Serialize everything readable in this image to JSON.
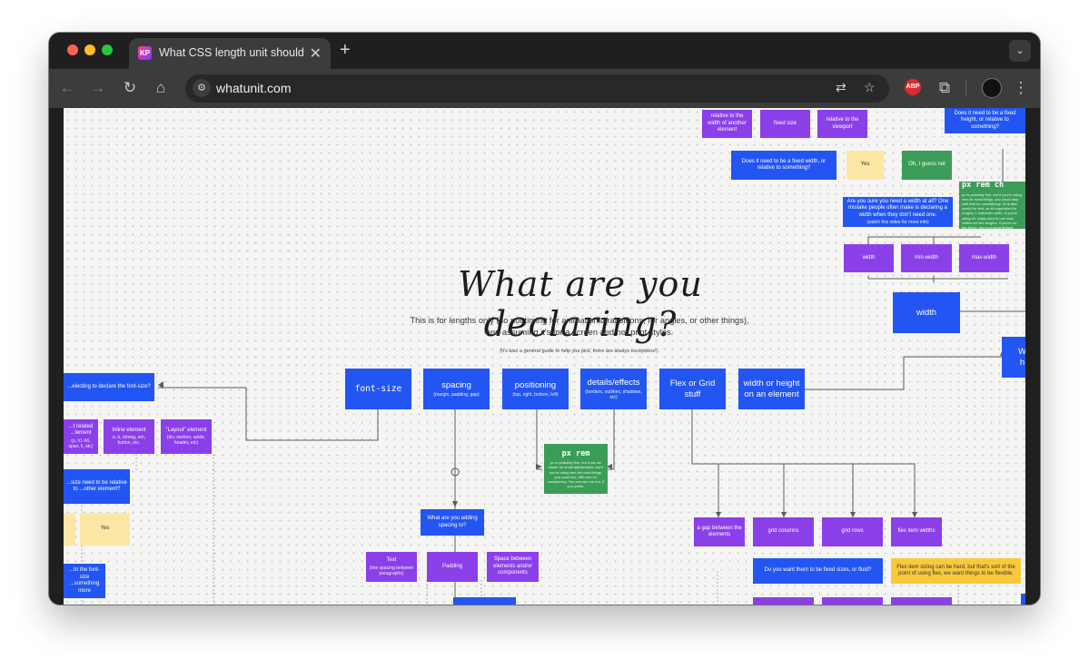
{
  "browser": {
    "tab": {
      "favicon_text": "KP",
      "title": "What CSS length unit should",
      "close": "✕"
    },
    "new_tab": "+",
    "tab_search": "⌄",
    "toolbar": {
      "back": "←",
      "forward": "→",
      "reload": "↻",
      "home": "⌂",
      "site_settings": "⚙",
      "url": "whatunit.com",
      "translate": "⇄",
      "bookmark": "☆",
      "extension_abp": "ABP",
      "extensions": "⧉",
      "menu": "⋮"
    }
  },
  "page": {
    "heading": "What are you declaring?",
    "lead_line1": "This is for lengths only (so not timing for animations/transitions, for angles, or other things),",
    "lead_line2": "and assuming it's for a screen and not print styles.",
    "aside": "(It's also a general guide to help you pick, there are always exceptions!)."
  },
  "categories": [
    {
      "label": "font-size"
    },
    {
      "label": "spacing",
      "sub": "(margin, padding, gap)"
    },
    {
      "label": "positioning",
      "sub": "(top, right, bottom, left)"
    },
    {
      "label": "details/effects",
      "sub": "(borders, outlines, shadows, etc)"
    },
    {
      "label": "Flex or Grid stuff"
    },
    {
      "label": "width or height on an element"
    }
  ],
  "nodes": {
    "pxrem": {
      "title": "px rem",
      "body": "px is probably fine, but it can be easier for small adjustments, but if you're using rem for most things, you could too, with rem for consistency. You can use em too, if you prefer."
    },
    "rel_width_el": "relative to the width of another element",
    "fixed_size": "fixed size",
    "rel_viewport": "relative to the viewport",
    "fixed_height_q": "Does it need to be a fixed height, or relative to something?",
    "fixed_width_q": "Does it need to be a fixed width, or relative to something?",
    "yes": "Yes",
    "guess_not": "Oh, I guess not",
    "sure_width": "Are you sure you need a width at all? One mistake people often make is declaring a width when they don't need one.",
    "sure_width_sub": "(watch this video for more info)",
    "pxrem_right": {
      "title": "px rem ch",
      "body": "px is probably fine, but if you're using rem for most things, you could stay with that for consistency. ch is also useful for text, as it's equivalent to roughly 1 character width. If you're using ch, make sure to use max-widths for line lengths. If you're on the fence, rem is a good default."
    },
    "width_opt": "width",
    "min_width": "min-width",
    "max_width": "max-width",
    "width_big": "width",
    "right_edge": "W h",
    "font_q": "...electing to declare the font-size?",
    "text_related": "...t related ...lement",
    "text_related_sub": "(p, h1-h6, span, li, etc)",
    "inline_el": "Inline element",
    "inline_sub": "a, b, strong, em, button, etc.",
    "layout_el": "\"Layout\" element",
    "layout_sub": "(div, section, aside, header, etc)",
    "size_rel_q": "...size need to be relative to ...other element?",
    "yes_left": "Yes",
    "font_rel": "...to the font-size ...something more",
    "spacing_q": "What are you adding spacing to?",
    "text_sp": "Text",
    "text_sp_sub": "(line spacing between paragraphs)",
    "padding": "Padding",
    "space_between": "Space between elements and/or components",
    "gap": "a gap between the elements",
    "grid_columns": "grid columns",
    "grid_rows": "grid rows",
    "flex_widths": "flex item widths",
    "fixed_fluid_q": "Do you want them to be fixed sizes, or fluid?",
    "flex_note": "Flex item sizing can be hard, but that's sort of the point of using flex, we want things to be flexible."
  },
  "colors": {
    "blue": "#2355f2",
    "purple": "#8b3fe9",
    "green": "#3b9d57",
    "yellow": "#fde7a4",
    "gold": "#f8c93b"
  }
}
